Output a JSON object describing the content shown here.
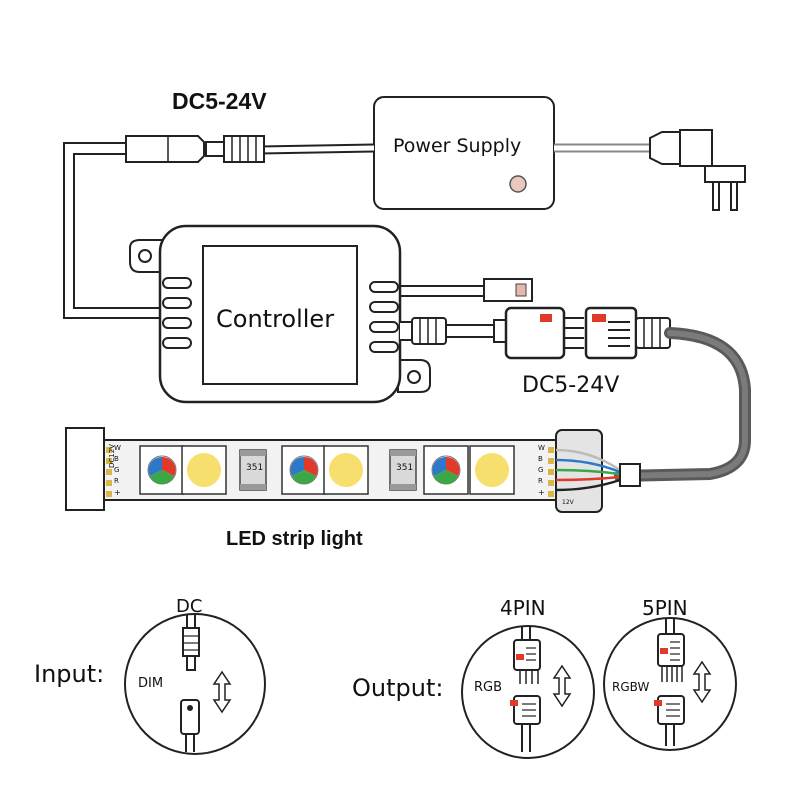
{
  "labels": {
    "input_voltage": "DC5-24V",
    "power_supply": "Power Supply",
    "controller": "Controller",
    "output_voltage": "DC5-24V",
    "led_strip": "LED  strip light",
    "dc": "DC",
    "input": "Input:",
    "dim": "DIM",
    "output": "Output:",
    "rgb": "RGB",
    "four_pin": "4PIN",
    "five_pin": "5PIN",
    "rgbw": "RGBW"
  },
  "strip": {
    "left_pins": [
      "W",
      "B",
      "G",
      "R",
      "+"
    ],
    "left_voltage": "DC12V",
    "right_pins": [
      "W",
      "B",
      "G",
      "R",
      "+"
    ],
    "right_voltage": "12V",
    "resistor_code": "351"
  },
  "colors": {
    "line": "#222222",
    "wire_grey": "#555555",
    "warm_led": "#f7df6e",
    "red": "#e03a2a",
    "green": "#3aa845",
    "blue": "#2f78c8",
    "pad_gold": "#d8b64a"
  }
}
